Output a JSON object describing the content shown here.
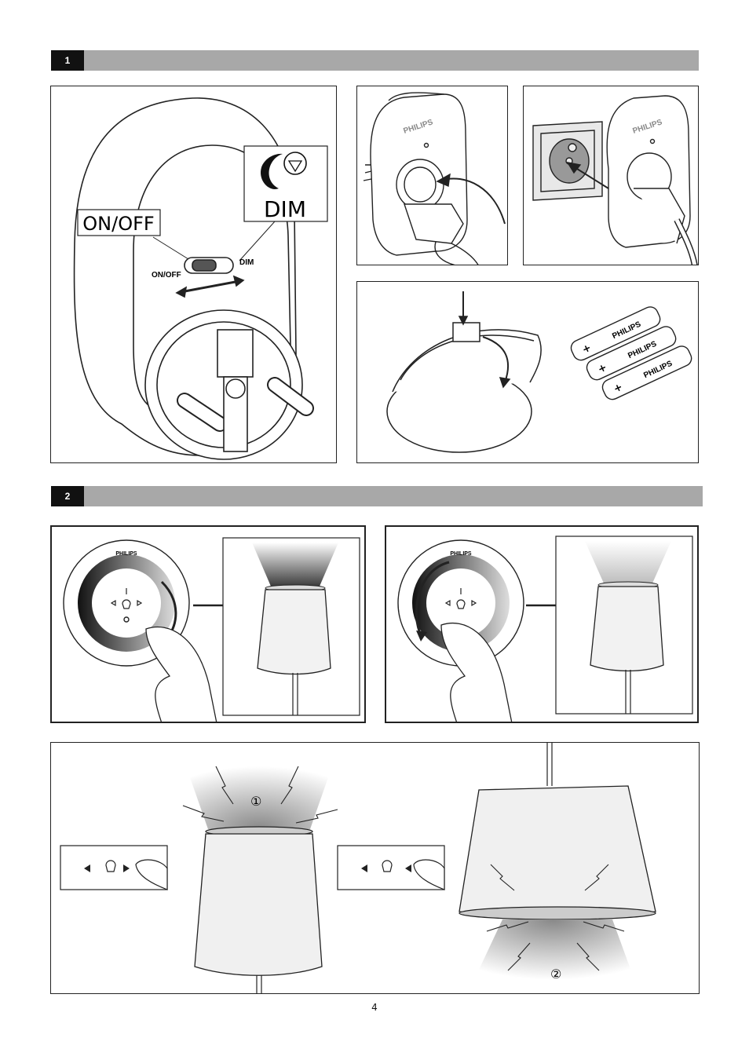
{
  "section1": {
    "number": "1"
  },
  "section2": {
    "number": "2"
  },
  "switch_panel": {
    "callout_onoff": "ON/OFF",
    "callout_dim": "DIM",
    "switch_label_onoff": "ON/OFF",
    "switch_label_dim": "DIM"
  },
  "brand": "PHILIPS",
  "battery_plus": "+",
  "circled_1": "①",
  "circled_2": "②",
  "page_number": "4"
}
